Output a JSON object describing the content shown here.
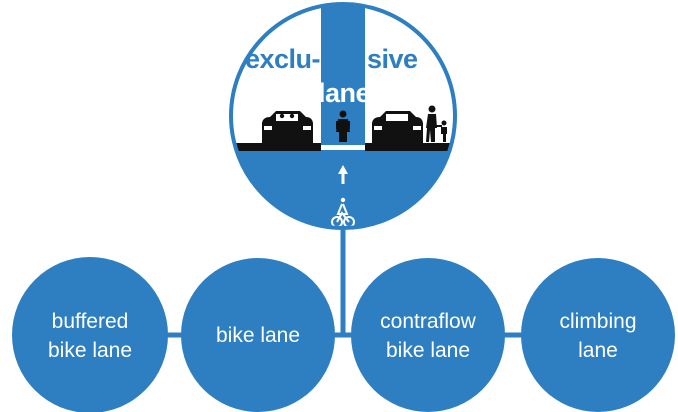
{
  "colors": {
    "primary": "#2e7fc2",
    "white": "#ffffff",
    "road": "#111111"
  },
  "main_concept": {
    "word_left": "exclu-",
    "word_center": "lane",
    "word_right": "sive",
    "icons": [
      "car-icon",
      "cyclist-icon",
      "car-icon",
      "pedestrians-icon",
      "arrow-up-icon",
      "bicycle-symbol-icon"
    ]
  },
  "sub_concepts": [
    {
      "line1": "buffered",
      "line2": "bike lane"
    },
    {
      "line1": "bike lane",
      "line2": ""
    },
    {
      "line1": "contraflow",
      "line2": "bike lane"
    },
    {
      "line1": "climbing",
      "line2": "lane"
    }
  ]
}
